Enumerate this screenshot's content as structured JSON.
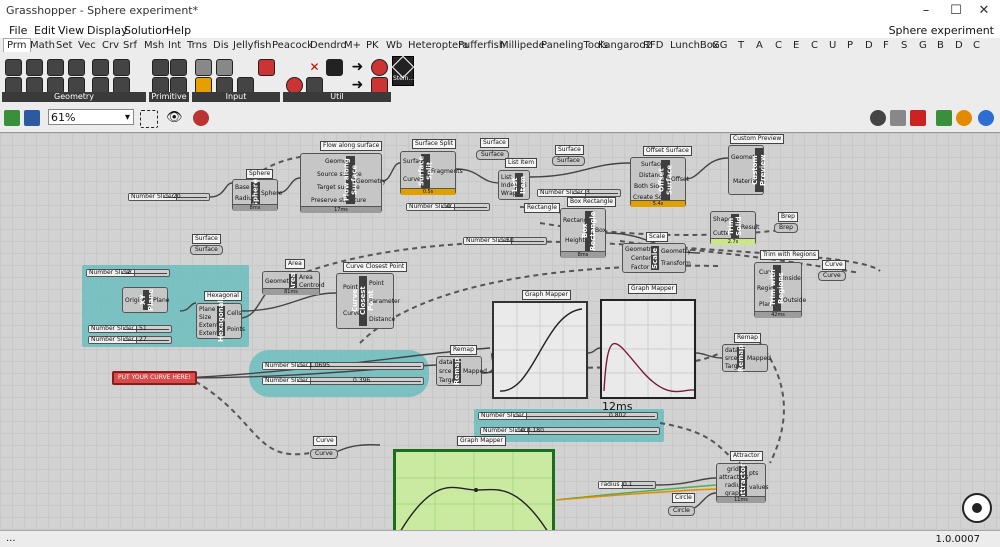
{
  "window": {
    "title": "Grasshopper - Sphere experiment*",
    "document_name": "Sphere experiment",
    "minimize": "–",
    "maximize": "☐",
    "close": "✕"
  },
  "menu": [
    "File",
    "Edit",
    "View",
    "Display",
    "Solution",
    "Help"
  ],
  "tabs": [
    "Prm",
    "Math",
    "Set",
    "Vec",
    "Crv",
    "Srf",
    "Msh",
    "Int",
    "Trns",
    "Dis",
    "Jellyfish",
    "Peacock",
    "Dendro",
    "M+",
    "PK",
    "Wb",
    "Heteroptera",
    "Pufferfish",
    "Millipede",
    "PanelingTools",
    "Kangaroo2",
    "RFD",
    "LunchBox",
    "GG",
    "T",
    "A",
    "C",
    "E",
    "C",
    "U",
    "P",
    "D",
    "F",
    "S",
    "G",
    "B",
    "D",
    "C"
  ],
  "ribbon": {
    "panels": [
      "Geometry",
      "Primitive",
      "Input",
      "Util"
    ],
    "tooltip": "Stein..."
  },
  "toolbar": {
    "zoom": "61%"
  },
  "canvas": {
    "nicknames": [
      "Flow along surface",
      "Surface Split",
      "Surface",
      "Sphere",
      "Surface",
      "List Item",
      "Surface",
      "Offset Surface",
      "Custom Preview",
      "Rectangle",
      "Box Rectangle",
      "Brep",
      "Area",
      "Curve Closest Point",
      "Hexagonal",
      "Scale",
      "Trim with Regions",
      "Curve",
      "Remap",
      "Graph Mapper",
      "Graph Mapper",
      "Remap",
      "Curve",
      "Graph Mapper",
      "Attractor",
      "Circle"
    ],
    "components": {
      "flow": {
        "name": "Flow along Surface",
        "inputs": [
          "Geometry",
          "Source surface",
          "Target surface",
          "Preserve structure"
        ],
        "outputs": [
          "Geometry"
        ],
        "footer": "17ms"
      },
      "split": {
        "name": "Surface Split",
        "inputs": [
          "Surface",
          "Curves"
        ],
        "outputs": [
          "Fragments"
        ],
        "footer": "0.5s"
      },
      "sphere": {
        "name": "Sphere",
        "inputs": [
          "Base",
          "Radius"
        ],
        "outputs": [
          "Sphere"
        ],
        "footer": "8ms"
      },
      "list": {
        "name": "List Item",
        "inputs": [
          "List",
          "Index",
          "Wrap"
        ],
        "outputs": [
          "i"
        ]
      },
      "offset": {
        "name": "Offset Surface",
        "inputs": [
          "Surface",
          "Distance",
          "Both Sides",
          "Create Solid"
        ],
        "outputs": [
          "Offset"
        ],
        "footer": "5.4s"
      },
      "preview": {
        "name": "Custom Preview",
        "inputs": [
          "Geometry",
          "Material"
        ]
      },
      "trim": {
        "name": "Trim Solid",
        "inputs": [
          "Shape",
          "Cutters"
        ],
        "outputs": [
          "Result"
        ],
        "footer": "2.7s"
      },
      "boxrect": {
        "name": "Box Rectangle",
        "inputs": [
          "Rectangle",
          "Height"
        ],
        "outputs": [
          "Box"
        ],
        "footer": "8ms"
      },
      "scale": {
        "name": "Scale",
        "inputs": [
          "Geometry",
          "Center",
          "Factor"
        ],
        "outputs": [
          "Geometry",
          "Transform"
        ]
      },
      "trimreg": {
        "name": "Trim with Regions",
        "inputs": [
          "Curve",
          "Regions",
          "Plane"
        ],
        "outputs": [
          "Inside",
          "Outside"
        ],
        "footer": "42ms"
      },
      "area": {
        "name": "Area",
        "inputs": [
          "Geometry"
        ],
        "outputs": [
          "Area",
          "Centroid"
        ],
        "footer": "81ms"
      },
      "ccp": {
        "name": "Curve Closest Point",
        "inputs": [
          "Point",
          "Curve"
        ],
        "outputs": [
          "Point",
          "Parameter",
          "Distance"
        ]
      },
      "xyplane": {
        "name": "XY Plane",
        "inputs": [
          "Origin"
        ],
        "outputs": [
          "Plane"
        ]
      },
      "hex": {
        "name": "Hexagonal",
        "inputs": [
          "Plane",
          "Size",
          "Extent X",
          "Extent Y"
        ],
        "outputs": [
          "Cells",
          "Points"
        ]
      },
      "remap1": {
        "name": "Remap",
        "inputs": [
          "data",
          "srce",
          "Target"
        ],
        "outputs": [
          "Mapped"
        ]
      },
      "remap2": {
        "name": "Remap",
        "inputs": [
          "data",
          "srce",
          "Target"
        ],
        "outputs": [
          "Mapped"
        ]
      },
      "attractor": {
        "name": "attractor",
        "inputs": [
          "grid",
          "attractors",
          "radius",
          "graph"
        ],
        "outputs": [
          "pts",
          "values"
        ],
        "footer": "11ms"
      }
    },
    "params": {
      "surface1": "Surface",
      "surface2": "Surface",
      "surface3": "Surface",
      "curve1": "Curve",
      "curve2": "Curve",
      "brep": "Brep",
      "circle": "Circle",
      "put_curve": "PUT YOUR CURVE HERE!"
    },
    "sliders": [
      {
        "name": "Number Slider",
        "value": "20"
      },
      {
        "name": "Number Slider",
        "value": "3"
      },
      {
        "name": "Number Slider",
        "value": "0"
      },
      {
        "name": "Number Slider",
        "value": "50"
      },
      {
        "name": "Number Slider",
        "value": "2"
      },
      {
        "name": "Number Slider",
        "value": "51"
      },
      {
        "name": "Number Slider",
        "value": "27"
      },
      {
        "name": "Number Slider",
        "value": "1.0695"
      },
      {
        "name": "Number Slider",
        "value": "0.396"
      },
      {
        "name": "Number Slider",
        "value": "0.802"
      },
      {
        "name": "Number Slider",
        "value": "0.0.180"
      },
      {
        "name": "radius",
        "value": "0.1"
      }
    ],
    "graph_footer": "12ms"
  },
  "status": {
    "version": "1.0.0007",
    "left": "..."
  }
}
